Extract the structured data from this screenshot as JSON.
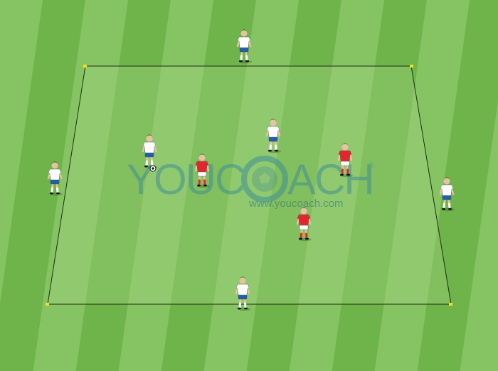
{
  "watermark": {
    "brand_left": "YOUC",
    "brand_right": "ACH",
    "registered": "®",
    "url": "www.youcoach.com"
  },
  "colors": {
    "stripe_light": "#86c463",
    "stripe_dark": "#72b64e",
    "area_fill": "#9ccc7a",
    "area_line": "#2a3a1a",
    "cone": "#f4e11a",
    "white_kit_shirt": "#ffffff",
    "white_kit_shorts": "#1f5fb0",
    "red_kit_shirt": "#e3262e",
    "red_kit_shorts": "#ffffff",
    "watermark": "#3f8f94"
  },
  "players": [
    {
      "name": "white-player-top",
      "team": "white"
    },
    {
      "name": "white-player-left",
      "team": "white"
    },
    {
      "name": "white-player-with-ball",
      "team": "white"
    },
    {
      "name": "red-player-center-left",
      "team": "red"
    },
    {
      "name": "white-player-center",
      "team": "white"
    },
    {
      "name": "red-player-right",
      "team": "red"
    },
    {
      "name": "white-player-right",
      "team": "white"
    },
    {
      "name": "red-player-center",
      "team": "red"
    },
    {
      "name": "white-player-bottom",
      "team": "white"
    }
  ]
}
